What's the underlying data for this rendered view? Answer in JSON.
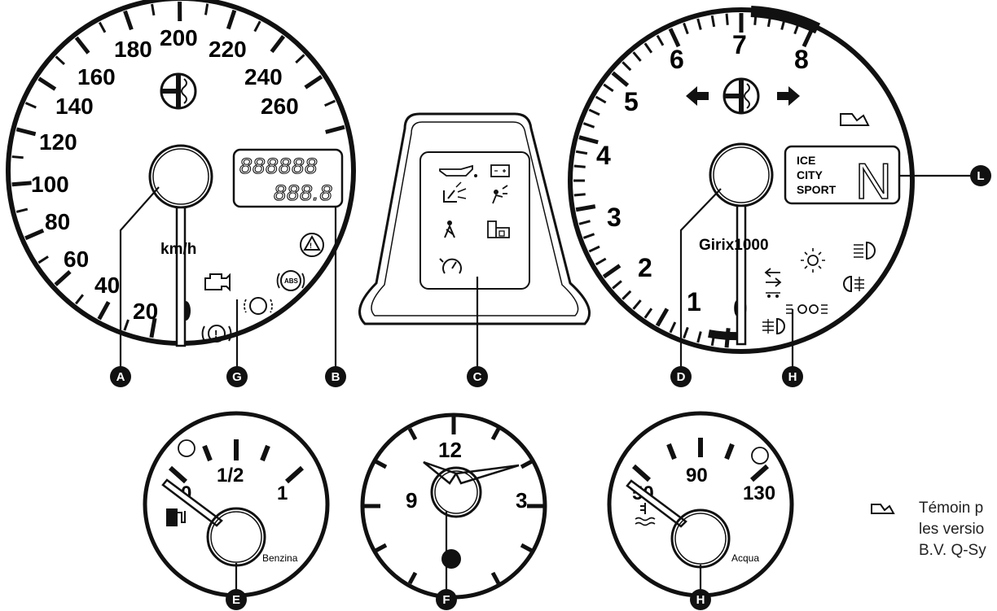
{
  "speedometer": {
    "speed_labels": [
      "20",
      "40",
      "60",
      "80",
      "100",
      "120",
      "140",
      "160",
      "180",
      "200",
      "220",
      "240",
      "260"
    ],
    "unit": "km/h",
    "odometer_top": "888888",
    "odometer_bottom": "888.8"
  },
  "tachometer": {
    "rpm_labels": [
      "0",
      "1",
      "2",
      "3",
      "4",
      "5",
      "6",
      "7",
      "8"
    ],
    "modes": [
      "ICE",
      "CITY",
      "SPORT"
    ],
    "gear": "N",
    "brand": "Girix1000"
  },
  "fuel_gauge": {
    "labels": [
      "0",
      "1/2",
      "1"
    ],
    "name": "Benzina"
  },
  "clock": {
    "labels": [
      "12",
      "3",
      "9"
    ]
  },
  "temp_gauge": {
    "labels": [
      "50",
      "90",
      "130"
    ],
    "name": "Acqua"
  },
  "warning_lights": {
    "abs_label": "ABS"
  },
  "callouts": [
    "A",
    "B",
    "C",
    "D",
    "E",
    "F",
    "G",
    "H",
    "H",
    "L"
  ],
  "note": {
    "line1": "Témoin p",
    "line2": "les versio",
    "line3": "B.V. Q-Sy"
  }
}
